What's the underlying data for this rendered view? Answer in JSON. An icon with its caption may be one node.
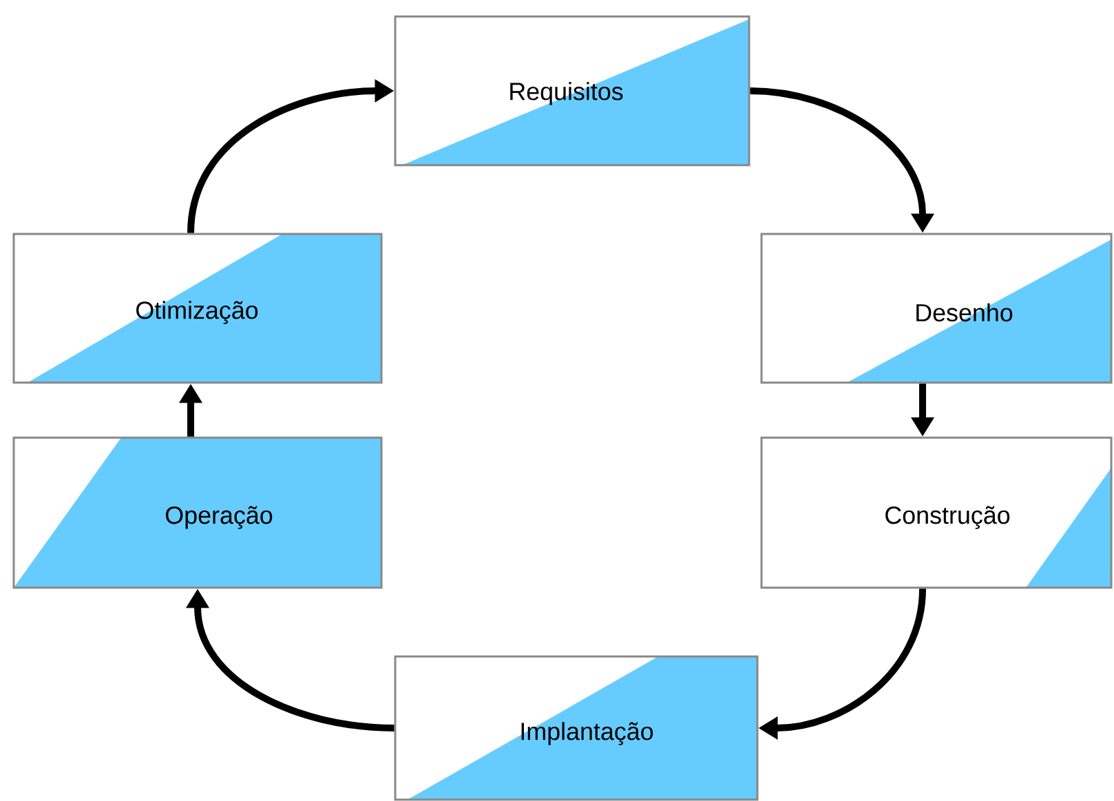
{
  "diagram": {
    "nodes": [
      {
        "text": [
          "Requisitos"
        ]
      },
      {
        "text": [
          "Desenho"
        ]
      },
      {
        "text": [
          "Construção"
        ]
      },
      {
        "text": [
          "Implantação"
        ]
      },
      {
        "text": [
          "Operação"
        ]
      },
      {
        "text": [
          "Otimização"
        ]
      }
    ],
    "edges": [
      {
        "from": 0,
        "to": 1,
        "arrow": "to"
      },
      {
        "from": 1,
        "to": 2,
        "arrow": "to"
      },
      {
        "from": 2,
        "to": 3,
        "arrow": "to"
      },
      {
        "from": 3,
        "to": 4,
        "arrow": "to"
      },
      {
        "from": 4,
        "to": 5,
        "arrow": "to"
      },
      {
        "from": 5,
        "to": 0,
        "arrow": "to"
      }
    ]
  }
}
